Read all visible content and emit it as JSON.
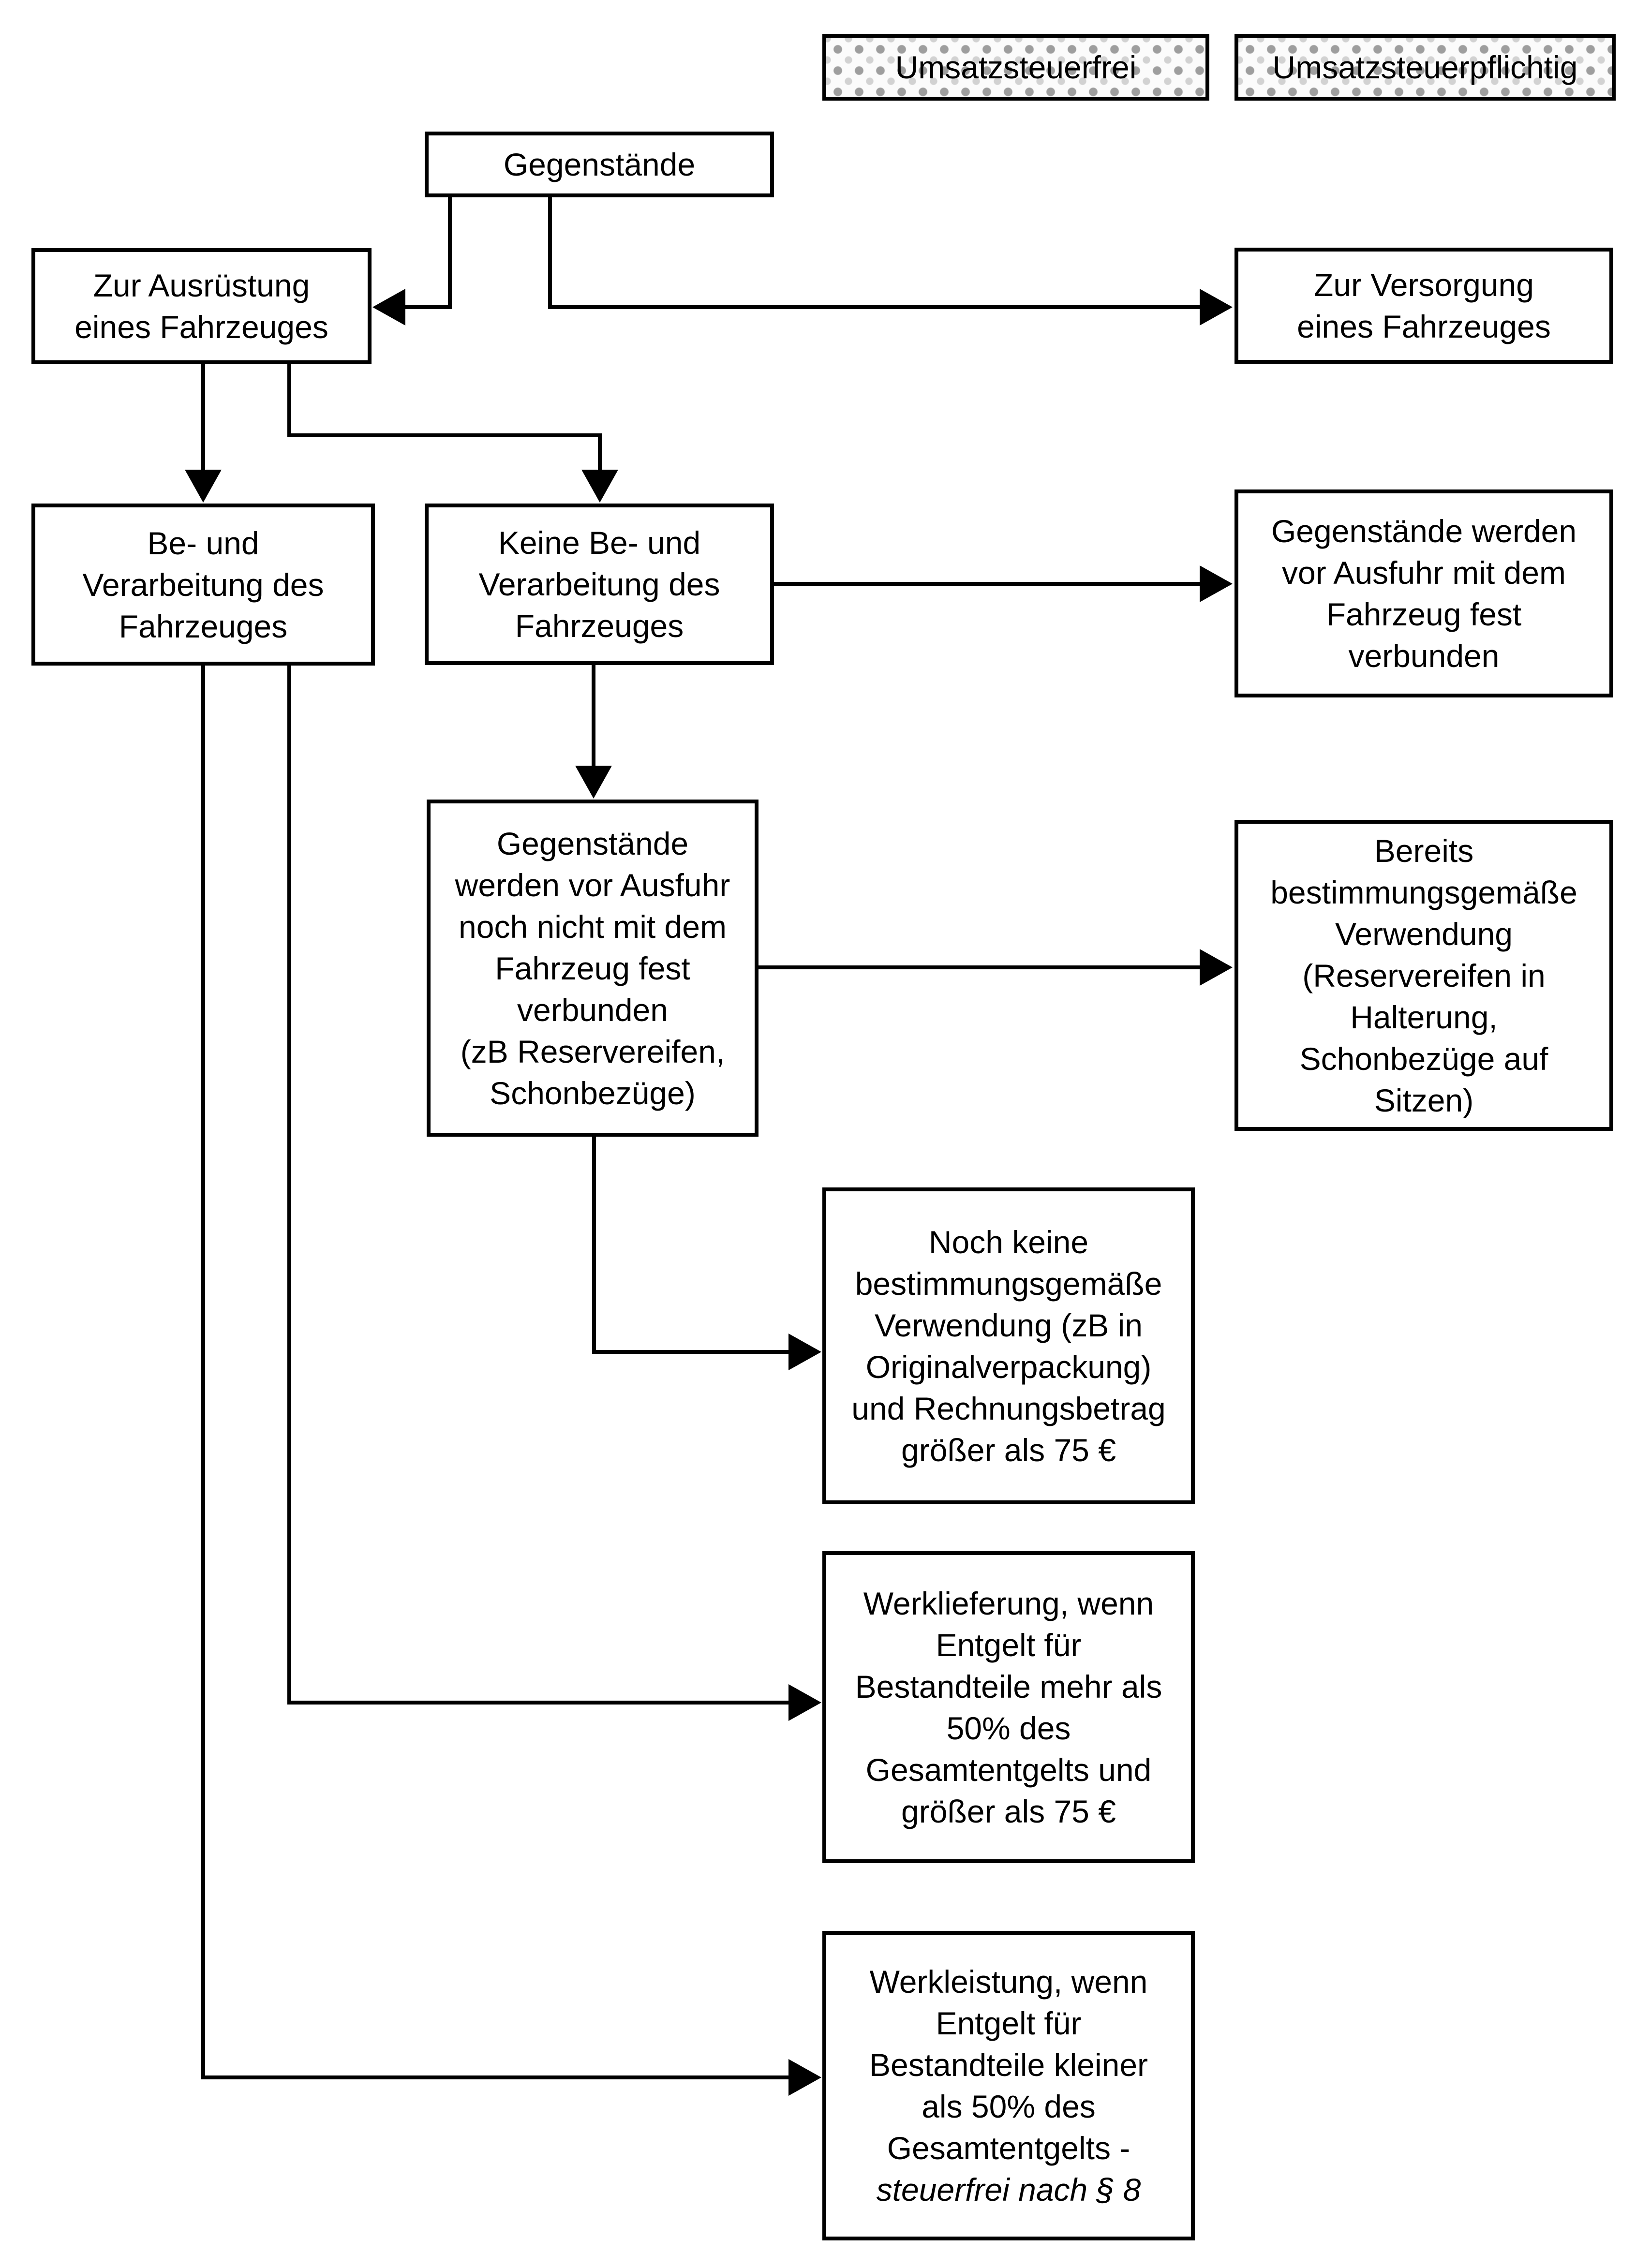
{
  "legend": {
    "tax_free": "Umsatzsteuerfrei",
    "taxable": "Umsatzsteuerpflichtig"
  },
  "nodes": {
    "gegenstaende": {
      "text": "Gegenstände"
    },
    "zur_ausruestung": {
      "text": "Zur Ausrüstung\neines Fahrzeuges"
    },
    "zur_versorgung": {
      "text": "Zur Versorgung\neines Fahrzeuges"
    },
    "be_und_verarbeitung": {
      "text": "Be- und\nVerarbeitung des\nFahrzeuges"
    },
    "keine_be_und_verarbeitung": {
      "text": "Keine Be- und\nVerarbeitung des\nFahrzeuges"
    },
    "fest_verbunden": {
      "text": "Gegenstände werden\nvor Ausfuhr mit dem\nFahrzeug fest\nverbunden"
    },
    "noch_nicht_verbunden": {
      "text": "Gegenstände\nwerden vor Ausfuhr\nnoch nicht mit dem\nFahrzeug fest\nverbunden\n(zB Reservereifen,\nSchonbezüge)"
    },
    "bereits_verwendung": {
      "text": "Bereits\nbestimmungsgemäße\nVerwendung\n(Reservereifen in\nHalterung,\nSchonbezüge auf\nSitzen)"
    },
    "noch_keine_verwendung": {
      "text": "Noch keine\nbestimmungsgemäße\nVerwendung (zB in\nOriginalverpackung)\nund Rechnungsbetrag\ngrößer als 75 €"
    },
    "werklieferung": {
      "text": "Werklieferung, wenn\nEntgelt für\nBestandteile mehr als\n50% des\nGesamtentgelts und\ngrößer als 75 €"
    },
    "werkleistung": {
      "text": "Werkleistung, wenn\nEntgelt für\nBestandteile kleiner\nals 50% des\nGesamtentgelts -",
      "italic_text": "steuerfrei nach § 8"
    }
  },
  "colors": {
    "line": "#000000",
    "box_border": "#000000",
    "text": "#000000",
    "legend_dot_dark": "#9e9e9e",
    "legend_dot_light": "#d2d2d2",
    "background": "#ffffff"
  }
}
